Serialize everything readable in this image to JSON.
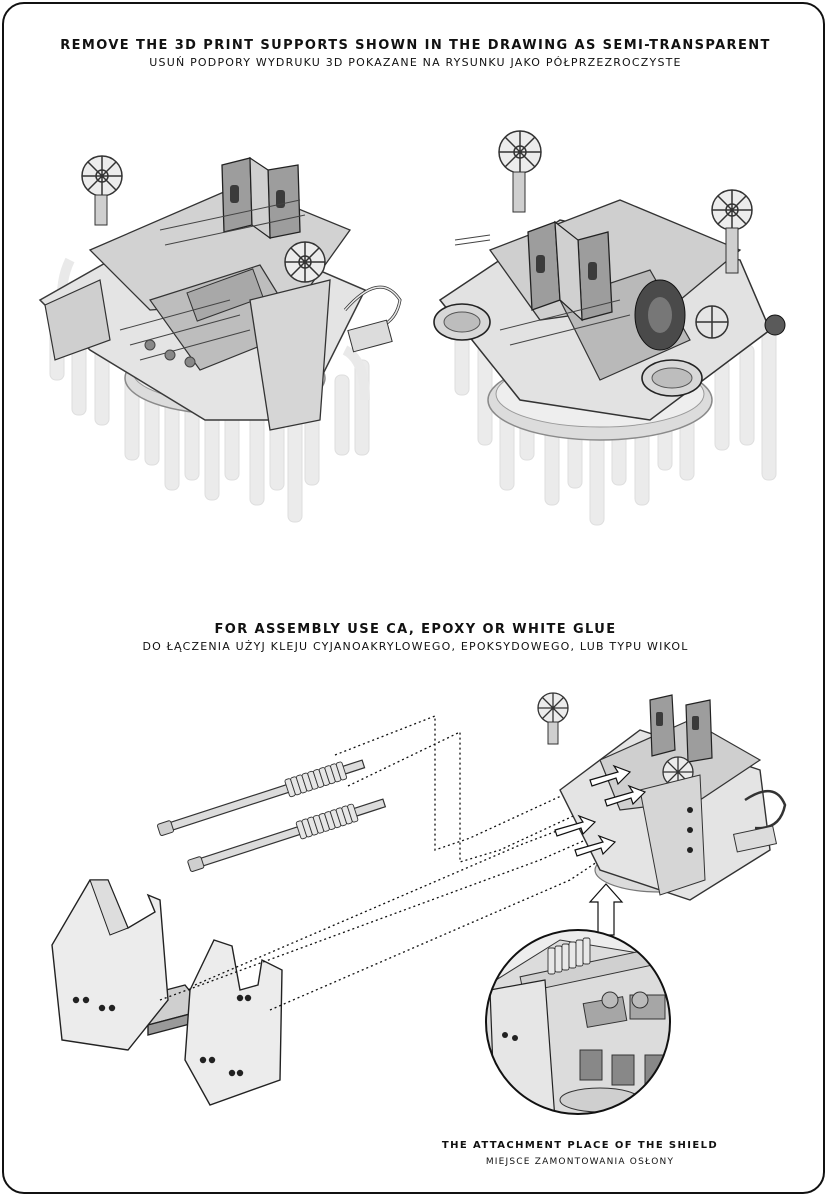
{
  "instructions": {
    "supports_en": "REMOVE THE 3D PRINT SUPPORTS SHOWN IN THE DRAWING AS SEMI-TRANSPARENT",
    "supports_pl": "USUŃ PODPORY WYDRUKU 3D POKAZANE NA RYSUNKU JAKO PÓŁPRZEZROCZYSTE",
    "assembly_en": "FOR ASSEMBLY USE CA, EPOXY OR WHITE GLUE",
    "assembly_pl": "DO ŁĄCZENIA UŻYJ KLEJU CYJANOAKRYLOWEGO, EPOKSYDOWEGO, LUB TYPU WIKOL",
    "shield_en": "THE ATTACHMENT PLACE OF THE SHIELD",
    "shield_pl": "MIEJSCE ZAMONTOWANIA OSŁONY"
  },
  "colors": {
    "border": "#111111",
    "model_light": "#e6e6e6",
    "model_mid": "#b9b9b9",
    "model_dark": "#555555",
    "support": "#d9d9d9"
  }
}
